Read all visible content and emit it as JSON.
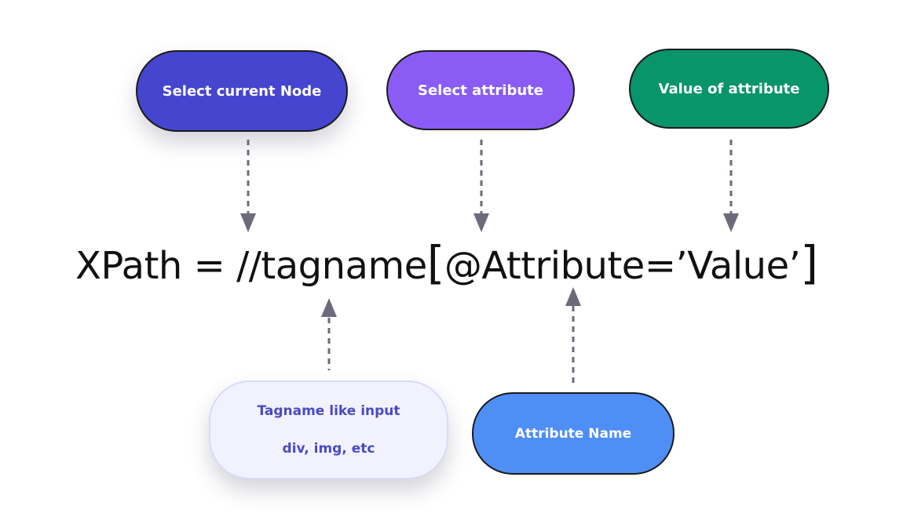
{
  "labels": {
    "select_current_node": "Select current Node",
    "select_attribute": "Select attribute",
    "value_of_attribute": "Value of attribute",
    "tagname_line1": "Tagname like input",
    "tagname_line2": "div, img, etc",
    "attribute_name": "Attribute Name"
  },
  "expression": {
    "prefix": "XPath = //tagname",
    "open_bracket": "[",
    "middle": "@Attribute=’Value’",
    "close_bracket": "]"
  },
  "colors": {
    "select_current_node": "#4545d0",
    "select_attribute": "#8a5cf5",
    "value_of_attribute": "#079569",
    "tagname_fill": "#f1f2fd",
    "tagname_text": "#4a4ac4",
    "tagname_border": "#d8dbf7",
    "attribute_name": "#4e8ef5",
    "arrow": "#6b6b7b"
  }
}
